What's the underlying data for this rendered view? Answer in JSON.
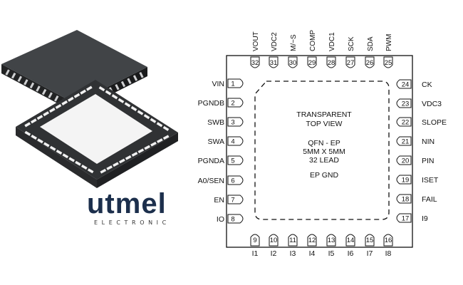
{
  "colors": {
    "chip_body": "#303234",
    "chip_top": "#414447",
    "lead_silver": "#cfd0d2",
    "pad_light": "#f2f2f2",
    "outline": "#111111",
    "brand_blue": "#1c2f4c"
  },
  "logo": {
    "word": "utmel",
    "sub": "ELECTRONIC"
  },
  "package_labels": [
    "TRANSPARENT",
    "TOP VIEW",
    "QFN - EP",
    "5MM X 5MM",
    "32 LEAD",
    "EP GND"
  ],
  "pins": {
    "left": [
      {
        "num": "1",
        "name": "VIN"
      },
      {
        "num": "2",
        "name": "PGNDB"
      },
      {
        "num": "3",
        "name": "SWB"
      },
      {
        "num": "4",
        "name": "SWA"
      },
      {
        "num": "5",
        "name": "PGNDA"
      },
      {
        "num": "6",
        "name": "A0/SEN"
      },
      {
        "num": "7",
        "name": "EN"
      },
      {
        "num": "8",
        "name": "IO"
      }
    ],
    "bottom": [
      {
        "num": "9",
        "name": "I1"
      },
      {
        "num": "10",
        "name": "I2"
      },
      {
        "num": "11",
        "name": "I3"
      },
      {
        "num": "12",
        "name": "I4"
      },
      {
        "num": "13",
        "name": "I5"
      },
      {
        "num": "14",
        "name": "I6"
      },
      {
        "num": "15",
        "name": "I7"
      },
      {
        "num": "16",
        "name": "I8"
      }
    ],
    "right": [
      {
        "num": "17",
        "name": "I9"
      },
      {
        "num": "18",
        "name": "FAIL"
      },
      {
        "num": "19",
        "name": "ISET"
      },
      {
        "num": "20",
        "name": "PIN"
      },
      {
        "num": "21",
        "name": "NIN"
      },
      {
        "num": "22",
        "name": "SLOPE"
      },
      {
        "num": "23",
        "name": "VDC3"
      },
      {
        "num": "24",
        "name": "CK"
      }
    ],
    "top": [
      {
        "num": "25",
        "name": "PWM"
      },
      {
        "num": "26",
        "name": "SDA"
      },
      {
        "num": "27",
        "name": "SCK"
      },
      {
        "num": "28",
        "name": "VDC1"
      },
      {
        "num": "29",
        "name": "COMP"
      },
      {
        "num": "30",
        "name": "M/~S"
      },
      {
        "num": "31",
        "name": "VDC2"
      },
      {
        "num": "32",
        "name": "VOUT"
      }
    ]
  }
}
